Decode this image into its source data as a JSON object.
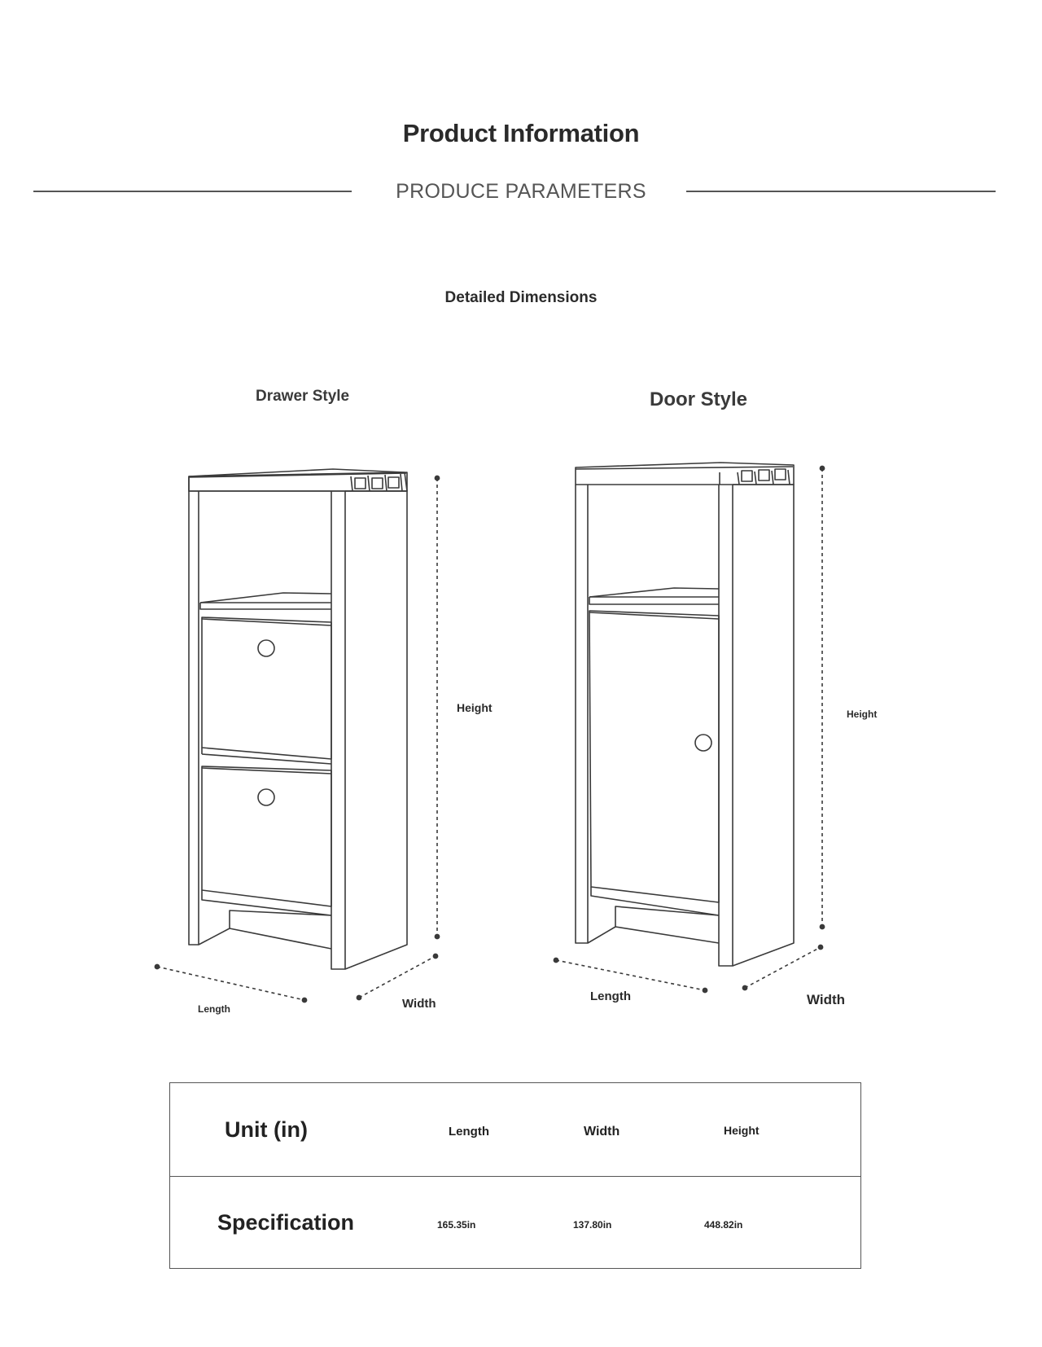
{
  "header": {
    "title": "Product Information",
    "subtitle": "PRODUCE PARAMETERS"
  },
  "section_title": "Detailed Dimensions",
  "drawer_style": {
    "label": "Drawer Style",
    "height_label": "Height",
    "length_label": "Length",
    "width_label": "Width"
  },
  "door_style": {
    "label": "Door Style",
    "height_label": "Height",
    "length_label": "Length",
    "width_label": "Width"
  },
  "spec_table": {
    "header_row": {
      "label": "Unit (in)",
      "length": "Length",
      "width": "Width",
      "height": "Height"
    },
    "spec_row": {
      "label": "Specification",
      "length": "165.35in",
      "width": "137.80in",
      "height": "448.82in"
    }
  },
  "colors": {
    "line": "#3a3a3a",
    "rule": "#555555",
    "text": "#2b2b2b"
  }
}
